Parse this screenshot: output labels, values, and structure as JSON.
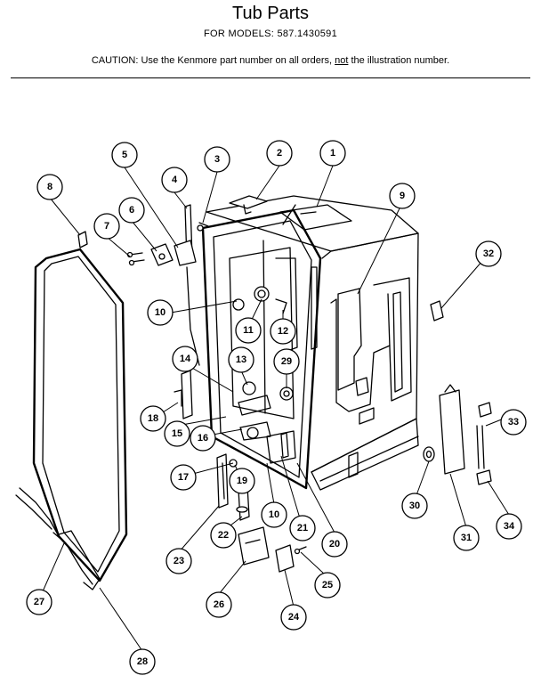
{
  "header": {
    "title": "Tub Parts",
    "models_label": "FOR MODELS:",
    "model_number": "587.1430591",
    "caution_prefix": "CAUTION:  Use the Kenmore part number on all orders,",
    "caution_not": "not",
    "caution_suffix": "the illustration number."
  },
  "callouts": [
    "1",
    "2",
    "3",
    "4",
    "5",
    "6",
    "7",
    "8",
    "9",
    "10",
    "10",
    "11",
    "12",
    "13",
    "14",
    "15",
    "16",
    "17",
    "18",
    "19",
    "20",
    "21",
    "22",
    "23",
    "24",
    "25",
    "26",
    "27",
    "28",
    "29",
    "30",
    "31",
    "32",
    "33",
    "34"
  ]
}
